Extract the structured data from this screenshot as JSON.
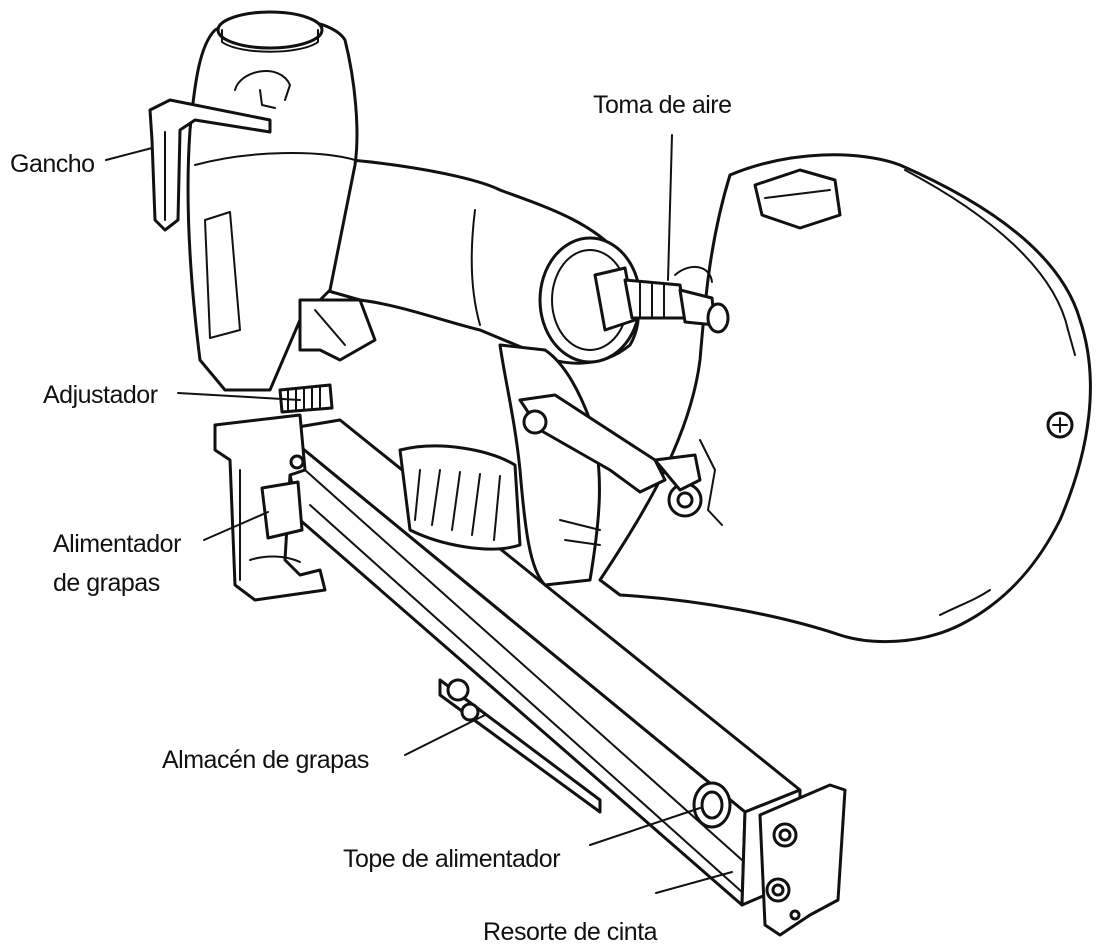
{
  "labels": {
    "gancho": "Gancho",
    "toma_de_aire": "Toma de aire",
    "adjustador": "Adjustador",
    "alimentador_line1": "Alimentador",
    "alimentador_line2": "de grapas",
    "almacen": "Almacén de grapas",
    "tope": "Tope de alimentador",
    "resorte": "Resorte de cinta"
  }
}
